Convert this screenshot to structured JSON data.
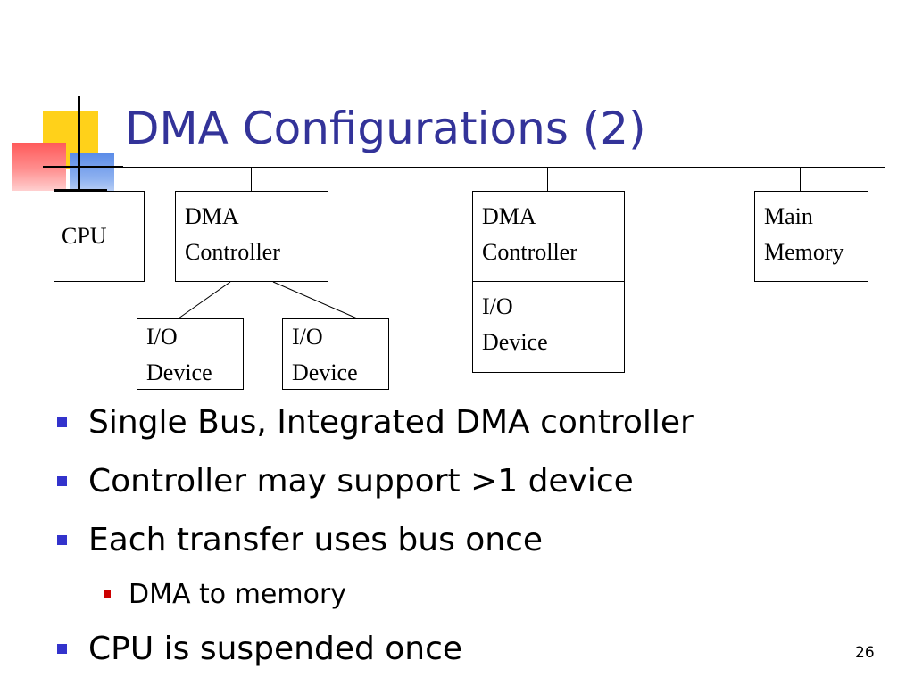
{
  "title": "DMA Configurations (2)",
  "diagram": {
    "cpu": "CPU",
    "dma_controller_1": "DMA\nController",
    "dma_controller_2": "DMA\nController",
    "main_memory": "Main\nMemory",
    "io_device_1": "I/O\nDevice",
    "io_device_2": "I/O\nDevice",
    "io_device_3": "I/O\nDevice"
  },
  "bullets": [
    {
      "text": "Single Bus, Integrated DMA controller"
    },
    {
      "text": "Controller may support >1 device"
    },
    {
      "text": "Each transfer uses bus once"
    },
    {
      "text": "DMA to memory",
      "level": 2
    },
    {
      "text": "CPU is suspended once"
    }
  ],
  "page_number": "26",
  "colors": {
    "title": "#333399",
    "bullet_level1": "#3333cc",
    "bullet_level2": "#cc0000"
  }
}
